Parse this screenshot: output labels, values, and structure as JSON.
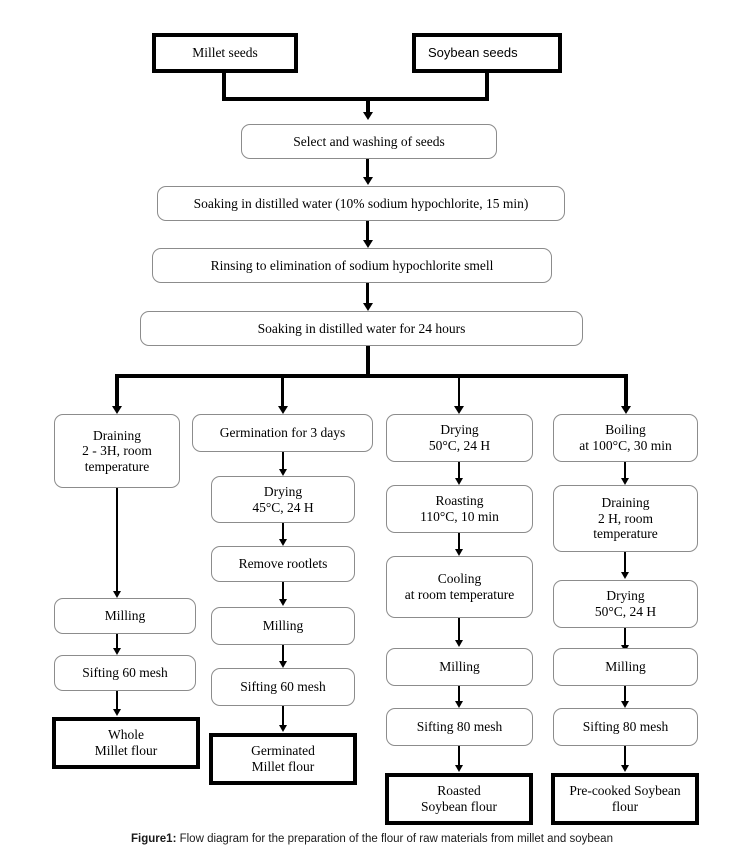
{
  "diagram": {
    "title": "Flow diagram for the preparation of the flour of raw materials from millet and soybean",
    "caption_label": "Figure1:",
    "caption_text": " Flow diagram for the preparation of the flour of raw materials from millet and soybean",
    "colors": {
      "process_border": "#8c8c8c",
      "terminal_border": "#000000",
      "connector": "#000000",
      "background": "#ffffff",
      "text": "#000000"
    },
    "sources": [
      {
        "id": "millet-seeds",
        "label": "Millet seeds"
      },
      {
        "id": "soybean-seeds",
        "label": "Soybean seeds"
      }
    ],
    "common_steps": [
      {
        "id": "select-washing",
        "label": "Select and washing of seeds"
      },
      {
        "id": "soaking-hypochlorite",
        "label": "Soaking in distilled water (10% sodium hypochlorite, 15 min)"
      },
      {
        "id": "rinsing",
        "label": "Rinsing to elimination of sodium hypochlorite smell"
      },
      {
        "id": "soaking-24h",
        "label": "Soaking in distilled water for 24 hours"
      }
    ],
    "branches": [
      {
        "id": "branch-whole-millet",
        "steps": [
          {
            "id": "draining-2-3h",
            "label": "Draining\n2 - 3H, room\ntemperature"
          },
          {
            "id": "milling-1",
            "label": "Milling"
          },
          {
            "id": "sifting-60-mesh-1",
            "label": "Sifting 60 mesh"
          }
        ],
        "output": {
          "id": "whole-millet-flour",
          "label": "Whole\nMillet flour"
        }
      },
      {
        "id": "branch-germinated-millet",
        "steps": [
          {
            "id": "germination-3-days",
            "label": "Germination for 3 days"
          },
          {
            "id": "drying-45c",
            "label": "Drying\n45°C, 24 H"
          },
          {
            "id": "remove-rootlets",
            "label": "Remove rootlets"
          },
          {
            "id": "milling-2",
            "label": "Milling"
          },
          {
            "id": "sifting-60-mesh-2",
            "label": "Sifting 60 mesh"
          }
        ],
        "output": {
          "id": "germinated-millet-flour",
          "label": "Germinated\nMillet flour"
        }
      },
      {
        "id": "branch-roasted-soybean",
        "steps": [
          {
            "id": "drying-50c-1",
            "label": "Drying\n50°C, 24 H"
          },
          {
            "id": "roasting-110c",
            "label": "Roasting\n110°C, 10 min"
          },
          {
            "id": "cooling-room-temp",
            "label": "Cooling\nat room temperature"
          },
          {
            "id": "milling-3",
            "label": "Milling"
          },
          {
            "id": "sifting-80-mesh-1",
            "label": "Sifting 80 mesh"
          }
        ],
        "output": {
          "id": "roasted-soybean-flour",
          "label": "Roasted\nSoybean flour"
        }
      },
      {
        "id": "branch-precooked-soybean",
        "steps": [
          {
            "id": "boiling-100c",
            "label": "Boiling\nat 100°C, 30 min"
          },
          {
            "id": "draining-2h",
            "label": "Draining\n2 H, room\ntemperature"
          },
          {
            "id": "drying-50c-2",
            "label": "Drying\n50°C, 24 H"
          },
          {
            "id": "milling-4",
            "label": "Milling"
          },
          {
            "id": "sifting-80-mesh-2",
            "label": "Sifting 80 mesh"
          }
        ],
        "output": {
          "id": "precooked-soybean-flour",
          "label": "Pre-cooked Soybean\nflour"
        }
      }
    ]
  }
}
